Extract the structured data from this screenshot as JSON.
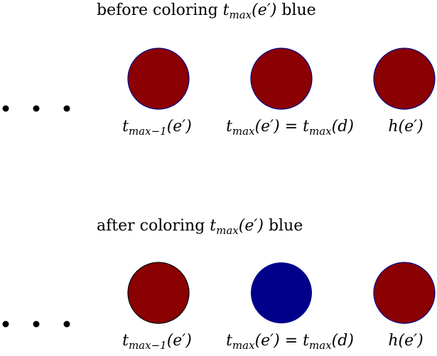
{
  "colors": {
    "red_fill": "#8b0000",
    "blue_fill": "#00008b",
    "red_stroke_top": "#00008b",
    "red_stroke_bottom_left": "#000000",
    "dot": "#000000"
  },
  "panels": [
    {
      "title_prefix": "before coloring ",
      "title_var": "t",
      "title_sub": "max",
      "title_arg": "(e′)",
      "title_suffix": " blue",
      "nodes": [
        {
          "fill": "red",
          "label_var": "t",
          "label_sub": "max−1",
          "label_rest": "(e′)"
        },
        {
          "fill": "red",
          "label_var": "t",
          "label_sub": "max",
          "label_rest": "(e′) = ",
          "label_var2": "t",
          "label_sub2": "max",
          "label_rest2": "(d)"
        },
        {
          "fill": "red",
          "label_var": "h",
          "label_sub": "",
          "label_rest": "(e′)"
        }
      ]
    },
    {
      "title_prefix": "after coloring ",
      "title_var": "t",
      "title_sub": "max",
      "title_arg": "(e′)",
      "title_suffix": " blue",
      "nodes": [
        {
          "fill": "red",
          "label_var": "t",
          "label_sub": "max−1",
          "label_rest": "(e′)"
        },
        {
          "fill": "blue",
          "label_var": "t",
          "label_sub": "max",
          "label_rest": "(e′) = ",
          "label_var2": "t",
          "label_sub2": "max",
          "label_rest2": "(d)"
        },
        {
          "fill": "red",
          "label_var": "h",
          "label_sub": "",
          "label_rest": "(e′)"
        }
      ]
    }
  ],
  "ellipsis": "• • •"
}
